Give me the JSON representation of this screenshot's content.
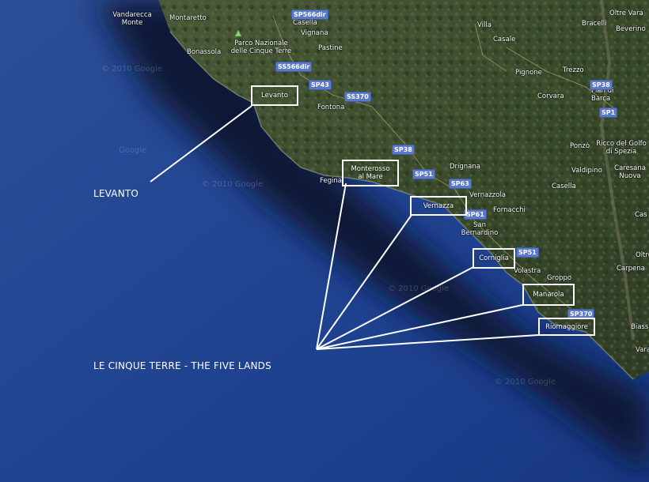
{
  "map": {
    "places": [
      {
        "id": "vandarecca-monte",
        "text": "Vandarecca\nMonte"
      },
      {
        "id": "montaretto",
        "text": "Montaretto"
      },
      {
        "id": "casella-top",
        "text": "Casella"
      },
      {
        "id": "parco",
        "text": "Parco Nazionale\ndelle Cinque Terre"
      },
      {
        "id": "vignana",
        "text": "Vignana"
      },
      {
        "id": "bonassola",
        "text": "Bonassola"
      },
      {
        "id": "pastine",
        "text": "Pastine"
      },
      {
        "id": "fontona",
        "text": "Fontona"
      },
      {
        "id": "villa",
        "text": "Villa"
      },
      {
        "id": "casale",
        "text": "Casale"
      },
      {
        "id": "pignone",
        "text": "Pignone"
      },
      {
        "id": "trezzo",
        "text": "Trezzo"
      },
      {
        "id": "corvara",
        "text": "Corvara"
      },
      {
        "id": "bracelli",
        "text": "Bracelli"
      },
      {
        "id": "oltre-vara",
        "text": "Oltre Vara"
      },
      {
        "id": "beverino",
        "text": "Beverino"
      },
      {
        "id": "piano",
        "text": "Pian di\nBarca"
      },
      {
        "id": "ricco",
        "text": "Ricco del Golfo\ndi Spezia"
      },
      {
        "id": "ponzo",
        "text": "Ponzò"
      },
      {
        "id": "valdipino",
        "text": "Valdipino"
      },
      {
        "id": "carpena-top",
        "text": "Caresana\nNuova"
      },
      {
        "id": "casella-right",
        "text": "Casella"
      },
      {
        "id": "drignana",
        "text": "Drignana"
      },
      {
        "id": "fegina",
        "text": "Fegina"
      },
      {
        "id": "vernazzola",
        "text": "Vernazzola"
      },
      {
        "id": "fornacchi",
        "text": "Fornacchi"
      },
      {
        "id": "san-bernardino",
        "text": "San\nBernardino"
      },
      {
        "id": "volastra",
        "text": "Volastra"
      },
      {
        "id": "groppo",
        "text": "Groppo"
      },
      {
        "id": "carpena",
        "text": "Carpena"
      },
      {
        "id": "biassa",
        "text": "Biass"
      },
      {
        "id": "cas",
        "text": "Cas"
      },
      {
        "id": "vara",
        "text": "Vara"
      },
      {
        "id": "oltre",
        "text": "Oltre"
      }
    ],
    "roads": [
      {
        "id": "sp566dir-a",
        "text": "SP566dir"
      },
      {
        "id": "ss566dir",
        "text": "SS566dir"
      },
      {
        "id": "sp43",
        "text": "SP43"
      },
      {
        "id": "ss370-a",
        "text": "SS370"
      },
      {
        "id": "sp38-a",
        "text": "SP38"
      },
      {
        "id": "sp38-b",
        "text": "SP38"
      },
      {
        "id": "sp1",
        "text": "SP1"
      },
      {
        "id": "sp51-a",
        "text": "SP51"
      },
      {
        "id": "sp63",
        "text": "SP63"
      },
      {
        "id": "sp61",
        "text": "SP61"
      },
      {
        "id": "sp51-b",
        "text": "SP51"
      },
      {
        "id": "sp370-b",
        "text": "SP370"
      }
    ],
    "boxes": [
      {
        "id": "levanto",
        "text": "Levanto"
      },
      {
        "id": "monterosso",
        "text": "Monterosso\nal Mare"
      },
      {
        "id": "vernazza",
        "text": "Vernazza"
      },
      {
        "id": "corniglia",
        "text": "Corniglia"
      },
      {
        "id": "manarola",
        "text": "Manarola"
      },
      {
        "id": "riomaggiore",
        "text": "Riomaggiore"
      }
    ],
    "annotations": {
      "levanto": "LEVANTO",
      "cinque_terre": "LE CINQUE TERRE - THE FIVE LANDS"
    },
    "watermarks": [
      "© 2010 Google",
      "© 2010 Google",
      "Google",
      "© 2010 Google",
      "© 2010 Google"
    ],
    "colors": {
      "sea": "#1b3f8a",
      "deep_shadow": "#0a1733",
      "land": "#3c4a2e",
      "road": "#5b79c8"
    }
  }
}
